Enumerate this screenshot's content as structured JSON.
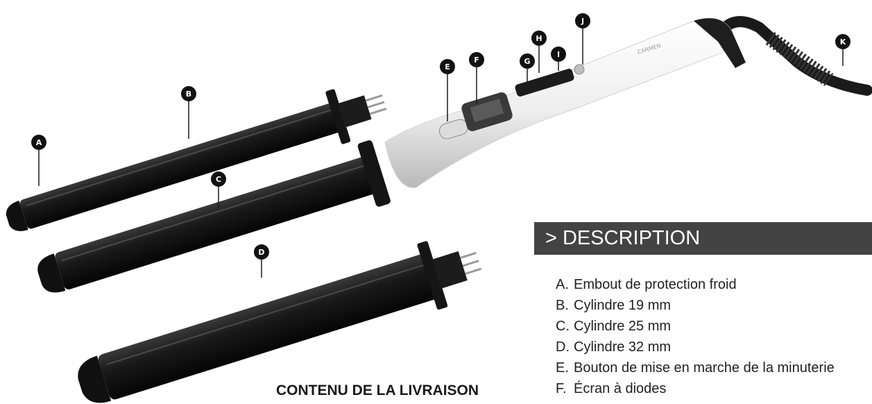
{
  "product": {
    "brand_text": "CARMEN"
  },
  "callouts": [
    "A",
    "B",
    "C",
    "D",
    "E",
    "F",
    "G",
    "H",
    "I",
    "J",
    "K"
  ],
  "description": {
    "heading": "> DESCRIPTION",
    "items": [
      {
        "letter": "A.",
        "text": "Embout de protection froid"
      },
      {
        "letter": "B.",
        "text": "Cylindre 19 mm"
      },
      {
        "letter": "C.",
        "text": "Cylindre 25 mm"
      },
      {
        "letter": "D.",
        "text": "Cylindre 32 mm"
      },
      {
        "letter": "E.",
        "text": "Bouton de mise en marche de la minuterie"
      },
      {
        "letter": "F.",
        "text": "Écran à diodes"
      }
    ]
  },
  "contents": {
    "title": "CONTENU DE LA LIVRAISON"
  },
  "colors": {
    "barrel": "#141414",
    "handle": "#f2f2f2",
    "header_bg": "#434343"
  }
}
